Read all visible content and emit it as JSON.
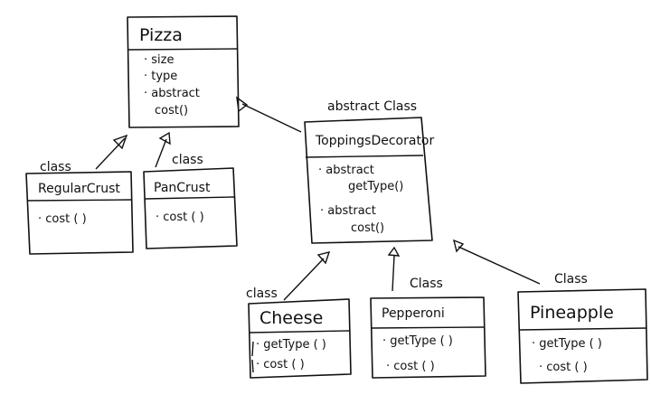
{
  "diagram": {
    "classes": {
      "pizza": {
        "name": "Pizza",
        "members": [
          "· size",
          "· type",
          "· abstract",
          "cost()"
        ]
      },
      "regular_crust": {
        "stereotype": "class",
        "name": "RegularCrust",
        "members": [
          "· cost ( )"
        ]
      },
      "pan_crust": {
        "stereotype": "class",
        "name": "PanCrust",
        "members": [
          "· cost ( )"
        ]
      },
      "toppings_decorator": {
        "stereotype": "abstract Class",
        "name": "ToppingsDecorator",
        "members": [
          "· abstract",
          "getType()",
          "· abstract",
          "cost()"
        ]
      },
      "cheese": {
        "stereotype": "class",
        "name": "Cheese",
        "members": [
          "· getType ( )",
          "· cost ( )"
        ]
      },
      "pepperoni": {
        "stereotype": "Class",
        "name": "Pepperoni",
        "members": [
          "· getType ( )",
          "· cost ( )"
        ]
      },
      "pineapple": {
        "stereotype": "Class",
        "name": "Pineapple",
        "members": [
          "· getType ( )",
          "· cost ( )"
        ]
      }
    },
    "relations": [
      {
        "from": "RegularCrust",
        "to": "Pizza",
        "kind": "inheritance"
      },
      {
        "from": "PanCrust",
        "to": "Pizza",
        "kind": "inheritance"
      },
      {
        "from": "ToppingsDecorator",
        "to": "Pizza",
        "kind": "inheritance"
      },
      {
        "from": "Cheese",
        "to": "ToppingsDecorator",
        "kind": "inheritance"
      },
      {
        "from": "Pepperoni",
        "to": "ToppingsDecorator",
        "kind": "inheritance"
      },
      {
        "from": "Pineapple",
        "to": "ToppingsDecorator",
        "kind": "inheritance"
      }
    ]
  }
}
